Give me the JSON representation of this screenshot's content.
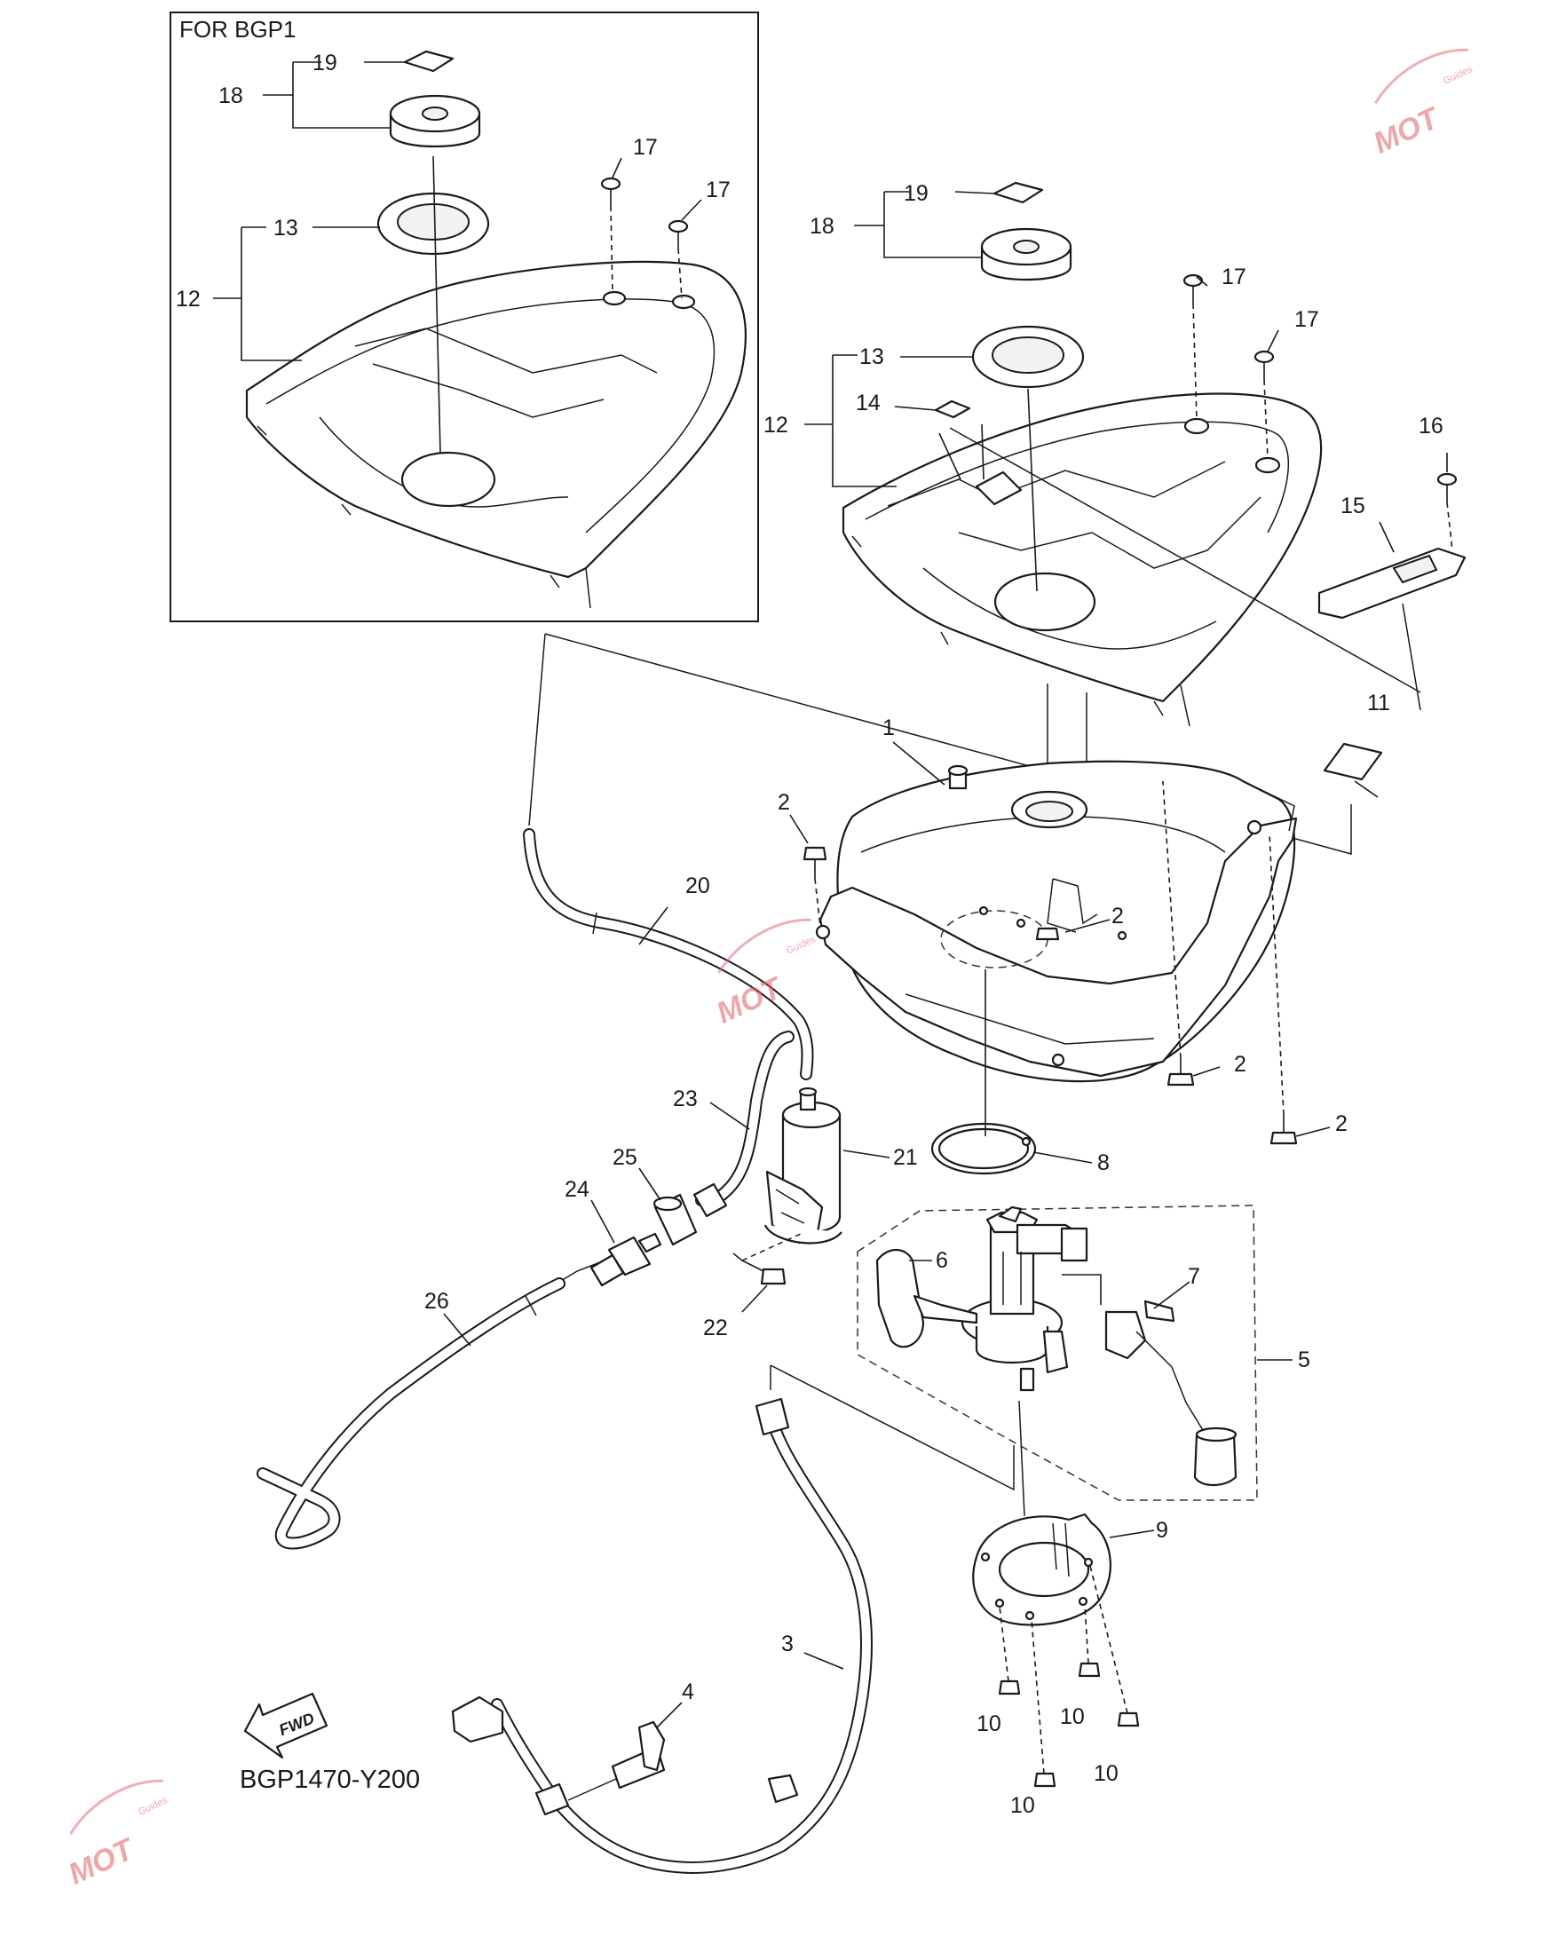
{
  "inset": {
    "title": "FOR BGP1"
  },
  "labels": {
    "n1": "1",
    "n2": "2",
    "n3": "3",
    "n4": "4",
    "n5": "5",
    "n6": "6",
    "n7": "7",
    "n8": "8",
    "n9": "9",
    "n10": "10",
    "n11": "11",
    "n12": "12",
    "n13": "13",
    "n14": "14",
    "n15": "15",
    "n16": "16",
    "n17": "17",
    "n18": "18",
    "n19": "19",
    "n20": "20",
    "n21": "21",
    "n22": "22",
    "n23": "23",
    "n24": "24",
    "n25": "25",
    "n26": "26"
  },
  "fwd_label": "FWD",
  "diagram_code": "BGP1470-Y200",
  "watermark": {
    "brand": "MOT",
    "sub": "Guides"
  },
  "colors": {
    "ink": "#1a1a1a",
    "watermark": "#e06068"
  }
}
